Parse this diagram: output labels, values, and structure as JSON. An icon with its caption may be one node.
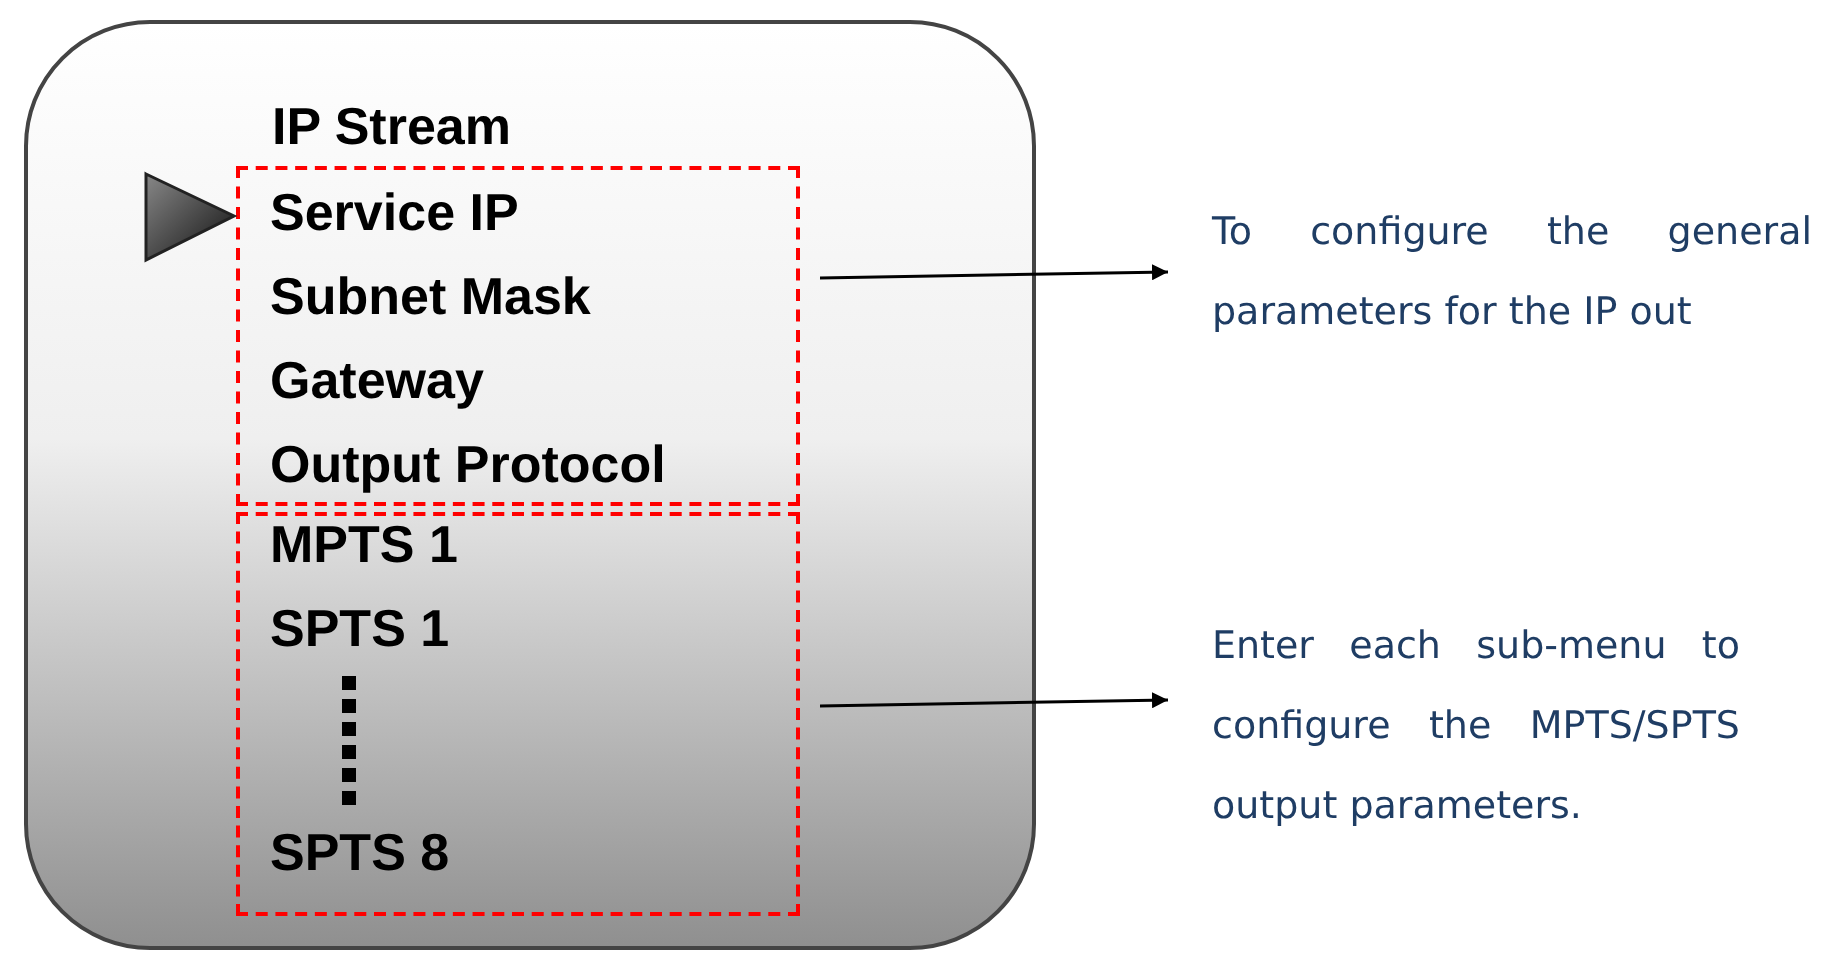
{
  "diagram": {
    "nodes": [
      {
        "text": [
          "IP Stream"
        ]
      },
      {
        "text": [
          "Service IP",
          "Subnet Mask",
          "Gateway",
          "Output Protocol"
        ],
        "in": 0
      },
      {
        "text": [
          "MPTS 1",
          "SPTS 1",
          "SPTS 8"
        ],
        "in": 0
      },
      {
        "text": [
          "To configure the general parameters for the IP out"
        ]
      },
      {
        "text": [
          "Enter each sub-menu to configure the MPTS/SPTS output parameters."
        ]
      }
    ],
    "edges": [
      {
        "from": 1,
        "to": 3,
        "arrow": "to"
      },
      {
        "from": 2,
        "to": 4,
        "arrow": "to"
      }
    ]
  }
}
